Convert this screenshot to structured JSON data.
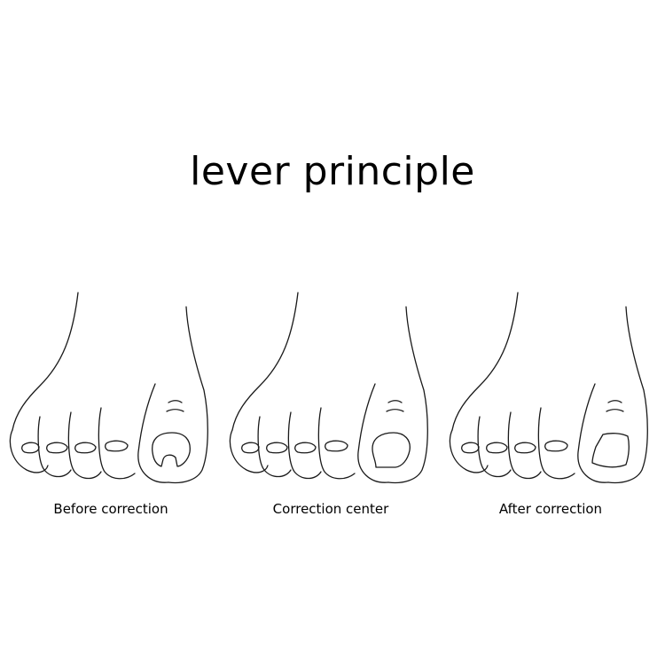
{
  "title": "lever principle",
  "panels": [
    {
      "caption": "Before correction",
      "state": "ingrown"
    },
    {
      "caption": "Correction center",
      "state": "correcting"
    },
    {
      "caption": "After correction",
      "state": "corrected"
    }
  ]
}
